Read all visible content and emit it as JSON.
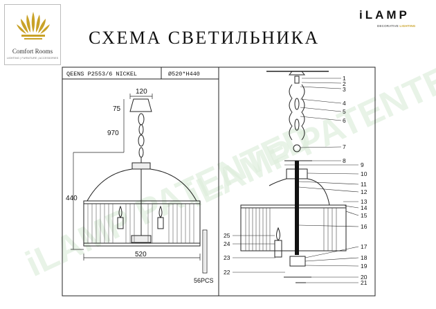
{
  "brand": {
    "name": "Comfort Rooms",
    "sub": "LIGHTING | FURNITURE | ACCESSORIES"
  },
  "title": "СХЕМА СВЕТИЛЬНИКА",
  "ilamp": {
    "logo": "iLAMP",
    "sub_prefix": "DECORATIVE ",
    "sub_accent": "LIGHTING"
  },
  "watermark": "iLAMP PATENTED",
  "table": {
    "model": "QEENS P2553/6 NICKEL",
    "size": "Ø520*H440"
  },
  "dimensions": {
    "canopy_width": "120",
    "canopy_height": "75",
    "chain_length": "970",
    "height": "440",
    "width": "520",
    "crystals": "56PCS"
  },
  "parts": [
    "1",
    "2",
    "3",
    "4",
    "5",
    "6",
    "7",
    "8",
    "9",
    "10",
    "11",
    "12",
    "13",
    "14",
    "15",
    "16",
    "17",
    "18",
    "19",
    "20",
    "21",
    "22",
    "23",
    "24",
    "25"
  ]
}
